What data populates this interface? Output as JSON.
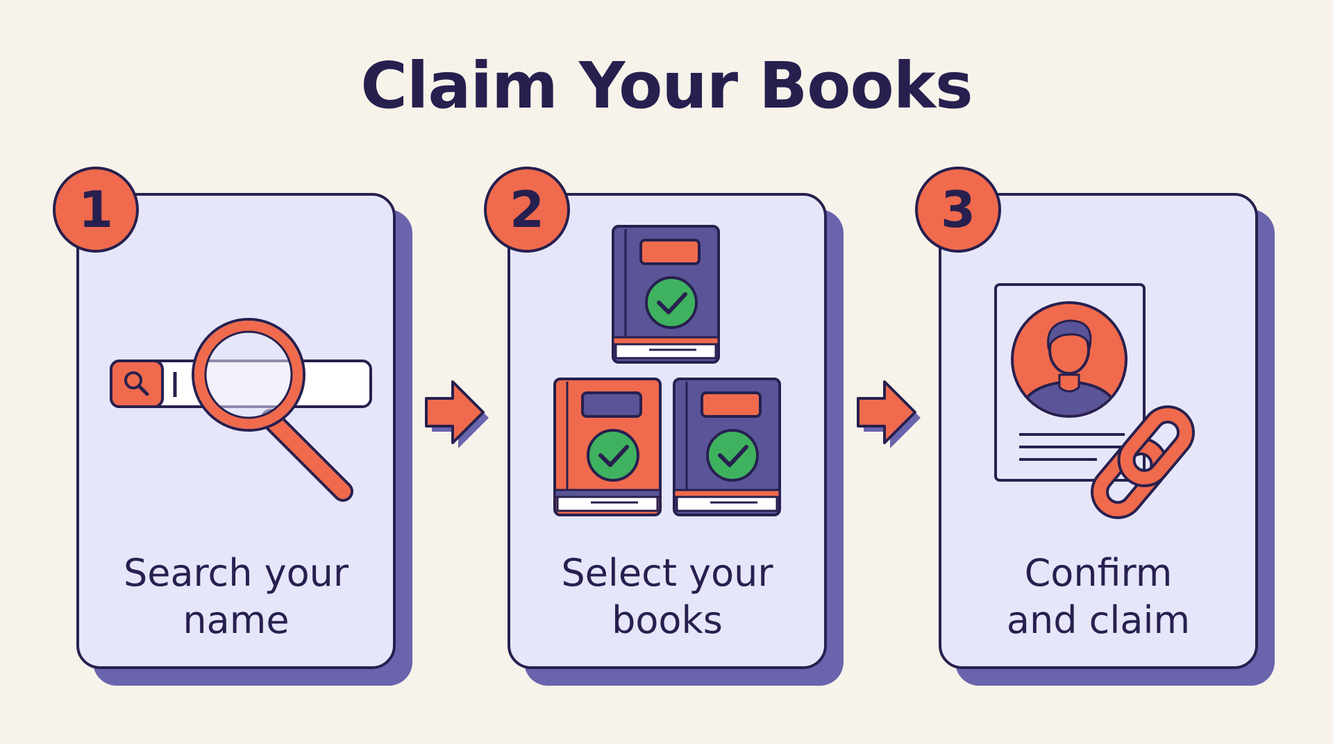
{
  "title": "Claim Your Books",
  "colors": {
    "background": "#f7f3ea",
    "card": "#e6e6fa",
    "ink": "#27204f",
    "accent": "#f06a4d",
    "shadow": "#6a64ad",
    "book_purple": "#5a5498",
    "check_green": "#3fb25f"
  },
  "steps": [
    {
      "number": "1",
      "icon": "magnifier-search-bar-icon",
      "label_line1": "Search your",
      "label_line2": "name"
    },
    {
      "number": "2",
      "icon": "book-stack-checkmark-icon",
      "label_line1": "Select your",
      "label_line2": "books"
    },
    {
      "number": "3",
      "icon": "profile-link-icon",
      "label_line1": "Confirm",
      "label_line2": "and claim"
    }
  ]
}
